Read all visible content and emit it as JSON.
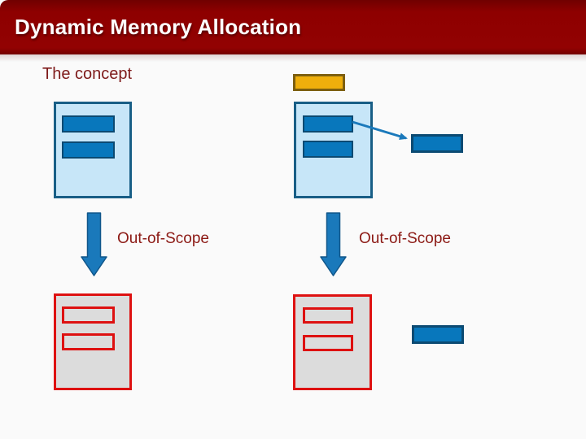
{
  "header": {
    "title": "Dynamic Memory Allocation"
  },
  "subtitle": "The concept",
  "labels": {
    "out_of_scope_left": "Out-of-Scope",
    "out_of_scope_right": "Out-of-Scope"
  },
  "icons": {
    "down_arrow_left": "down-arrow-icon",
    "down_arrow_right": "down-arrow-icon",
    "pointer_connector": "pointer-arrow-icon"
  },
  "diagram": {
    "left_scene": {
      "stack_box_state": "in-scope",
      "variable_count": 2,
      "has_heap_block": false
    },
    "right_scene": {
      "stack_box_state": "in-scope",
      "variable_count": 2,
      "has_heap_block": true,
      "pointer_from": "first-variable",
      "pointer_to": "heap-block"
    },
    "left_scene_after": {
      "stack_box_state": "out-of-scope",
      "variable_count": 2,
      "has_heap_block": false
    },
    "right_scene_after": {
      "stack_box_state": "out-of-scope",
      "variable_count": 2,
      "has_heap_block": true,
      "heap_block_state": "still-allocated (leak)"
    }
  },
  "colors": {
    "background": "#FAFAFA",
    "header_red": "#8E0000",
    "subtitle_red": "#7E1A1A",
    "label_red": "#8C1A15",
    "box_fill_light_blue": "#C7E6F8",
    "box_border_blue": "#185E86",
    "bar_fill_blue": "#0877BC",
    "bar_border_blue": "#0B4A72",
    "arrow_blue": "#1A79BB",
    "arrow_outline": "#10568A",
    "orange_fill": "#EFAF0C",
    "orange_border": "#7D5F10",
    "freed_red": "#DE1111",
    "freed_gray_fill": "#DCDCDC"
  }
}
